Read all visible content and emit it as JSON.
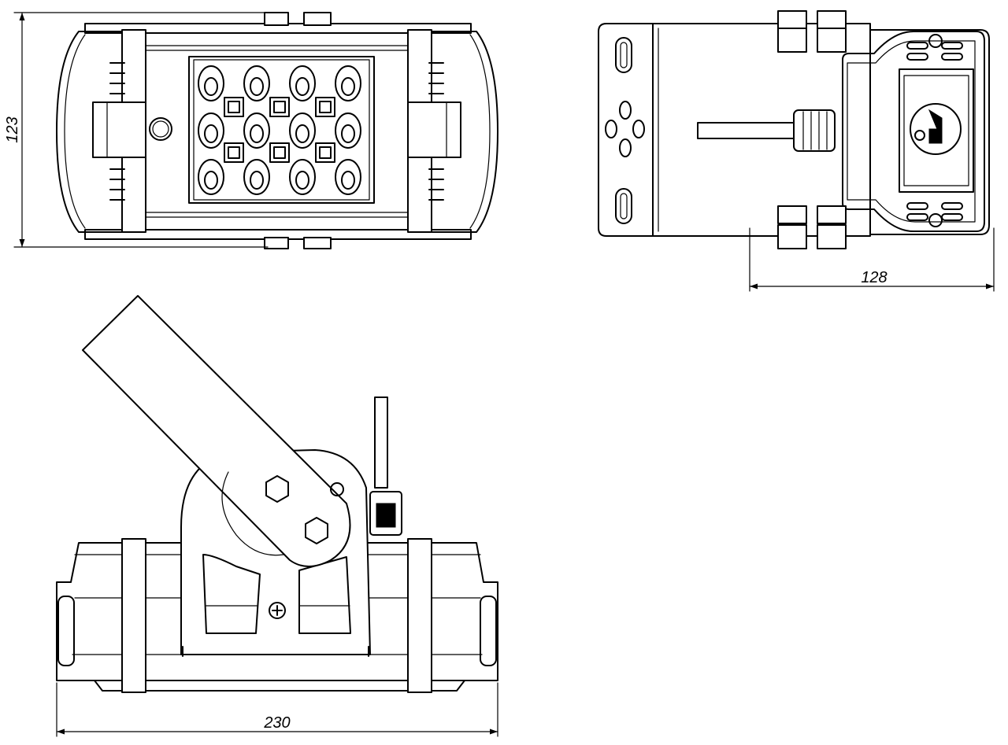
{
  "dimensions": {
    "height": "123",
    "width": "128",
    "length": "230"
  }
}
